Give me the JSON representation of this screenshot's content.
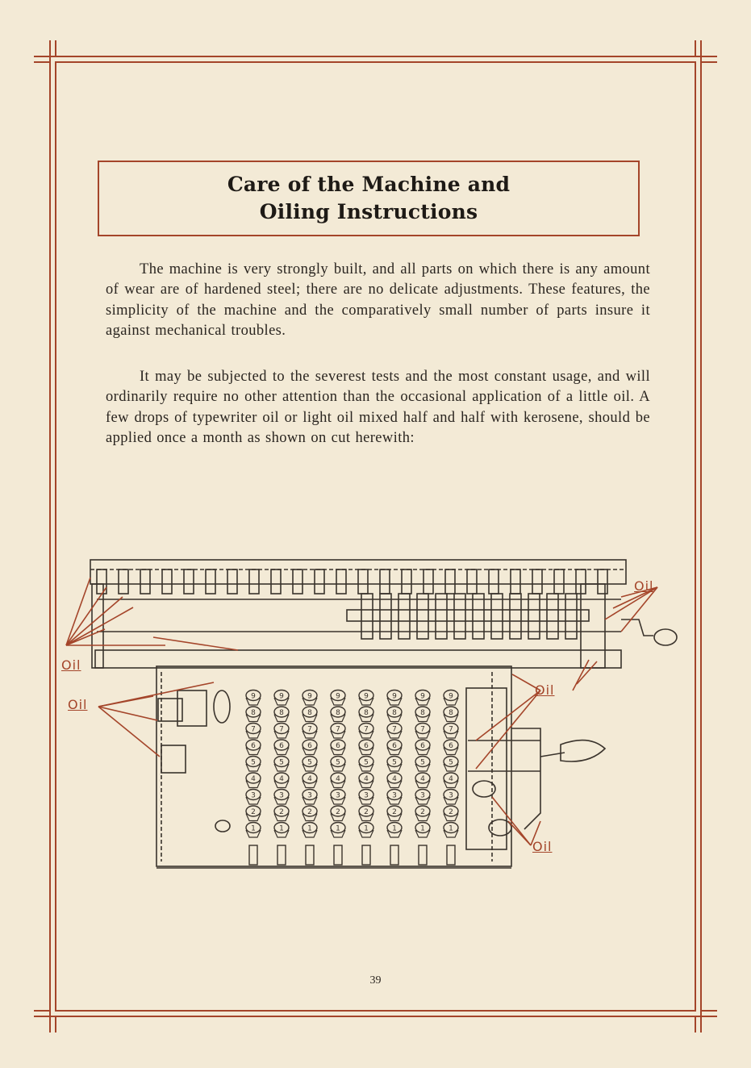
{
  "title": {
    "line1": "Care of the Machine and",
    "line2": "Oiling Instructions"
  },
  "paragraphs": [
    "The machine is very strongly built, and all parts on which there is any amount of wear are of hardened steel; there are no delicate adjustments. These features, the simplicity of the machine and the comparatively small number of parts insure it against mechanical troubles.",
    "It may be subjected to the severest tests and the most constant usage, and will ordinarily require no other attention than the occasional application of a little oil. A few drops of typewriter oil or light oil mixed half and half with kerosene, should be applied once a month as shown on cut herewith:"
  ],
  "diagram": {
    "oil_labels": [
      "Oil",
      "Oil",
      "Oil",
      "Oil",
      "Oil"
    ],
    "key_columns": 8,
    "key_digits": [
      "9",
      "8",
      "7",
      "6",
      "5",
      "4",
      "3",
      "2",
      "1"
    ]
  },
  "page_number": "39",
  "colors": {
    "paper": "#f3ead6",
    "border": "#a4452a",
    "ink": "#2a2520",
    "oil": "#a4452a"
  }
}
